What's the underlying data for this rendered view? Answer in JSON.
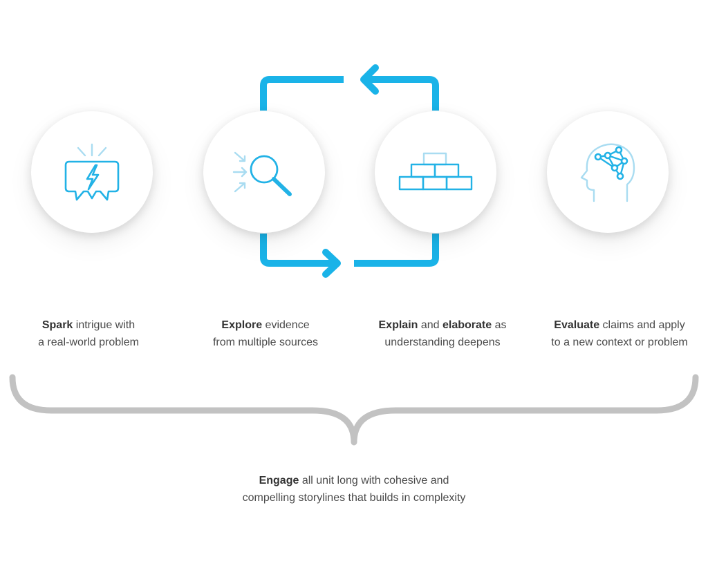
{
  "colors": {
    "arrow": "#1ab3e8",
    "icon": "#22b2e6",
    "icon_light": "#a9dcf1",
    "brace": "#c2c2c2",
    "text": "#4a4a4a"
  },
  "stages": [
    {
      "icon": "speech-bubble-lightning-icon",
      "bold": "Spark",
      "rest1": " intrigue with",
      "line2": "a real-world problem"
    },
    {
      "icon": "magnifier-icon",
      "bold": "Explore",
      "rest1": " evidence",
      "line2": "from multiple sources"
    },
    {
      "icon": "brick-wall-icon",
      "bold": "Explain",
      "mid": " and ",
      "bold2": "elaborate",
      "rest1": " as",
      "line2": "understanding deepens"
    },
    {
      "icon": "brain-network-head-icon",
      "bold": "Evaluate",
      "rest1": " claims and apply",
      "line2": "to a new context or problem"
    }
  ],
  "summary": {
    "bold": "Engage",
    "rest1": " all unit long with cohesive and",
    "line2": "compelling storylines that builds in complexity"
  }
}
